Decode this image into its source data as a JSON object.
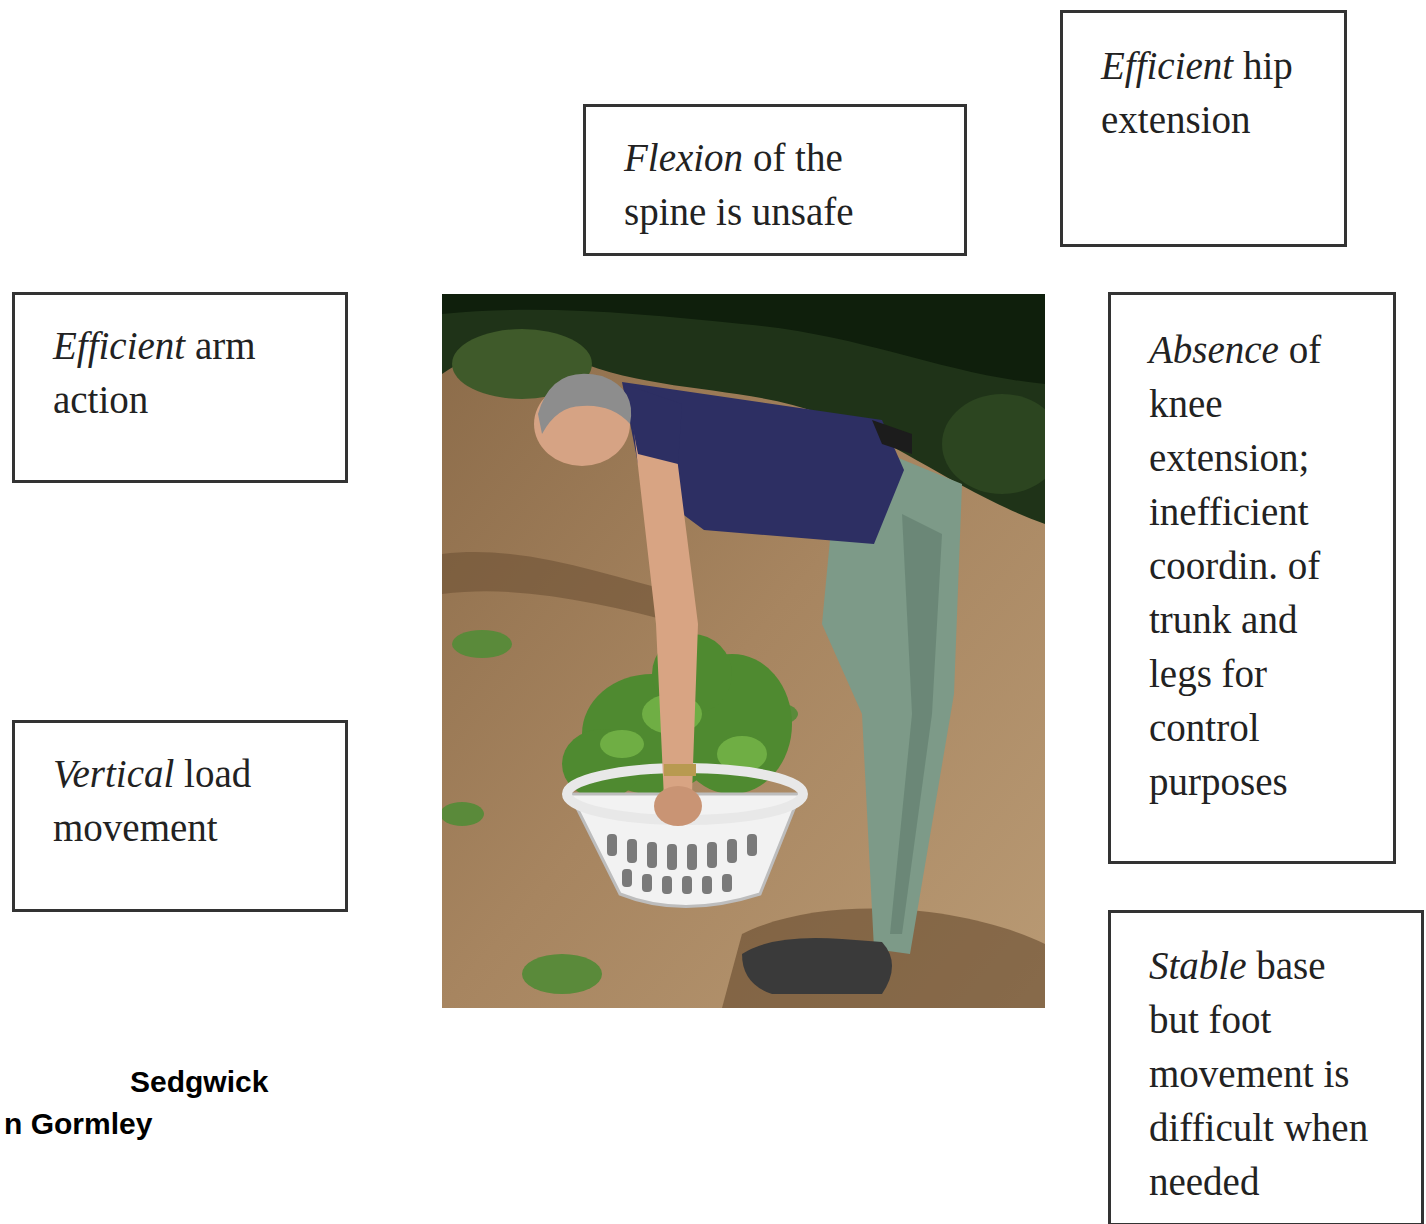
{
  "diagram": {
    "nodes": [
      {
        "text": [
          "Flexion of the spine is unsafe"
        ]
      },
      {
        "text": [
          "Efficient hip extension"
        ]
      },
      {
        "text": [
          "Efficient arm action"
        ]
      },
      {
        "text": [
          "Absence of knee extension; inefficient coordin. of trunk and legs for control purposes"
        ]
      },
      {
        "text": [
          "Vertical load movement"
        ]
      },
      {
        "text": [
          "Stable base but foot movement is difficult when needed"
        ]
      }
    ],
    "labels": [
      "Sedgwick",
      "n Gormley"
    ]
  }
}
